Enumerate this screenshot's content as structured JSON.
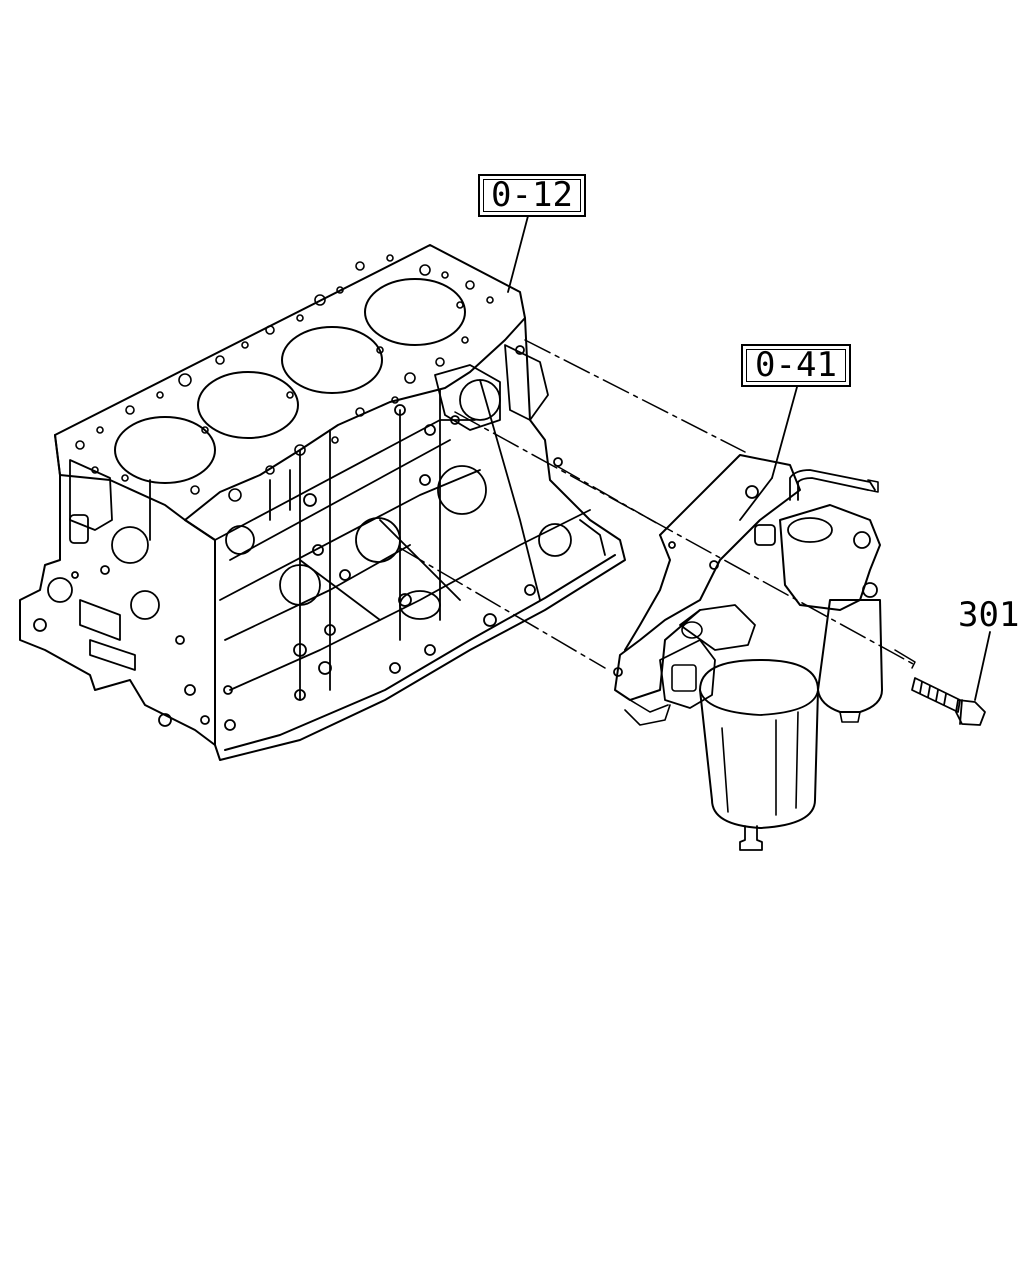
{
  "callouts": {
    "block_ref": "0-12",
    "filter_ref": "0-41",
    "bolt_part": "301"
  }
}
